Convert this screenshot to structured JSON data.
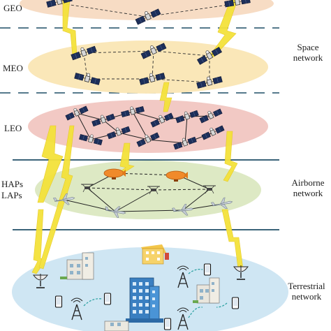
{
  "layers": {
    "geo": "GEO",
    "meo": "MEO",
    "leo": "LEO",
    "haps": "HAPs",
    "laps": "LAPs"
  },
  "segments": {
    "space": [
      "Space",
      "network"
    ],
    "airborne": [
      "Airborne",
      "network"
    ],
    "terrestrial": [
      "Terrestrial",
      "network"
    ]
  },
  "colors": {
    "geo_band": "#f7dcc4",
    "meo_band": "#fae7b8",
    "leo_band": "#f2c9c4",
    "air_band": "#dde9c4",
    "ground_band": "#cfe6f3",
    "separator": "#1f4e66",
    "link": "#f4e23b",
    "uav_link": "#28a0a0",
    "airship": "#f08a2a"
  },
  "icons": [
    "satellite-icon",
    "airplane-icon",
    "drone-icon",
    "airship-icon",
    "ground-station-dish-icon",
    "cell-tower-icon",
    "smartphone-icon",
    "building-icon",
    "skyscraper-icon"
  ]
}
